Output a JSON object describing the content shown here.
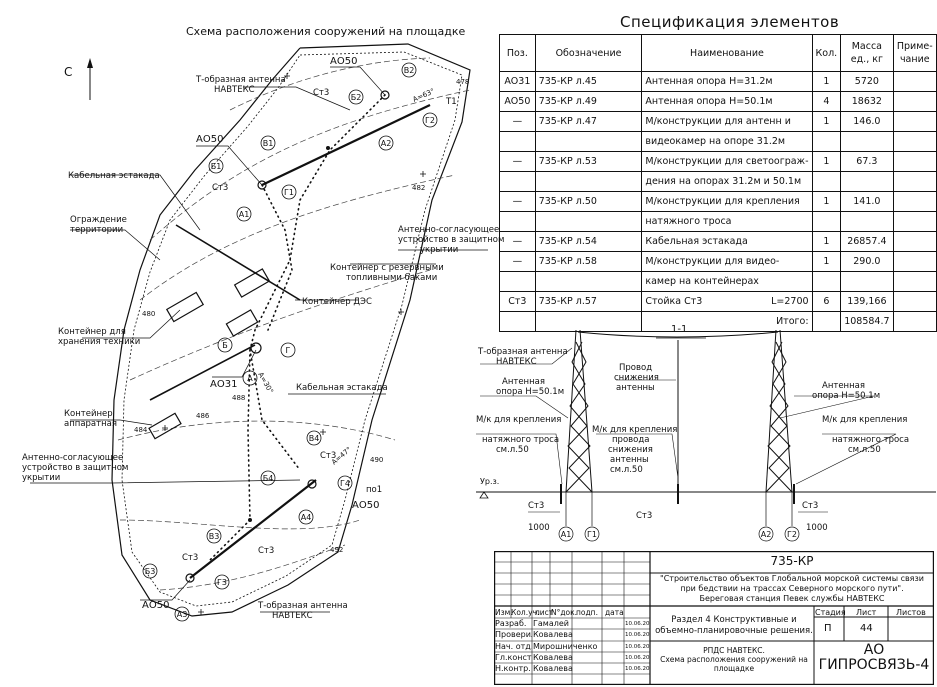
{
  "site_plan": {
    "title": "Схема расположения сооружений на площадке",
    "north": "С",
    "labels": {
      "t_antenna_top": "Т-образная антенна НАВТЕКС",
      "t_antenna_top_l1": "Т-образная антенна",
      "t_antenna_top_l2": "НАВТЕКС",
      "ao50_top": "АО50",
      "ao50_mid": "АО50",
      "ao50_right": "АО50",
      "ao50_bottom": "АО50",
      "ao31": "АО31",
      "cable_rack_1": "Кабельная эстакада",
      "cable_rack_2": "Кабельная эстакада",
      "fence_l1": "Ограждение",
      "fence_l2": "территории",
      "container_fuel_l1": "Контейнер с резервными",
      "container_fuel_l2": "топливными баками",
      "container_des": "Контейнер ДЭС",
      "container_tech_l1": "Контейнер для",
      "container_tech_l2": "хранения техники",
      "container_hw_l1": "Контейнер",
      "container_hw_l2": "аппаратная",
      "matching_right_l1": "Антенно-согласующее",
      "matching_right_l2": "устройство в защитном",
      "matching_right_l3": "укрытии",
      "matching_left_l1": "Антенно-согласующее",
      "matching_left_l2": "устройство в защитном",
      "matching_left_l3": "укрытии",
      "t_antenna_bottom_l1": "Т-образная антенна",
      "t_antenna_bottom_l2": "НАВТЕКС",
      "st3": "Ст3",
      "po1": "по1",
      "azimuth_1": "А=63°",
      "azimuth_2": "А=30°",
      "azimuth_3": "А=47°",
      "t1": "Т1",
      "contour_482": "482",
      "contour_478": "478",
      "contour_480": "480",
      "contour_484": "484",
      "contour_486": "486",
      "contour_488": "488",
      "contour_490": "490",
      "contour_492": "492"
    },
    "circles": [
      "В2",
      "Б2",
      "А2",
      "Г2",
      "В1",
      "Б1",
      "А1",
      "Г1",
      "А",
      "Б",
      "Г",
      "В4",
      "Б4",
      "А4",
      "Г4",
      "В3",
      "Б3",
      "А3",
      "Г3"
    ]
  },
  "spec": {
    "title": "Спецификация элементов",
    "headers": {
      "pos": "Поз.",
      "designation": "Обозначение",
      "name": "Наименование",
      "qty": "Кол.",
      "mass_l1": "Масса",
      "mass_l2": "ед., кг",
      "note_l1": "Приме-",
      "note_l2": "чание"
    },
    "rows": [
      {
        "pos": "АО31",
        "des": "735-КР л.45",
        "name": "Антенная опора Н=31.2м",
        "qty": "1",
        "mass": "5720"
      },
      {
        "pos": "АО50",
        "des": "735-КР л.49",
        "name": "Антенная опора Н=50.1м",
        "qty": "4",
        "mass": "18632"
      },
      {
        "pos": "—",
        "des": "735-КР л.47",
        "name": "М/конструкции для антенн и",
        "qty": "1",
        "mass": "146.0"
      },
      {
        "pos": "",
        "des": "",
        "name": "видеокамер на опоре 31.2м",
        "qty": "",
        "mass": ""
      },
      {
        "pos": "—",
        "des": "735-КР л.53",
        "name": "М/конструкции для светоограж-",
        "qty": "1",
        "mass": "67.3"
      },
      {
        "pos": "",
        "des": "",
        "name": "дения на опорах 31.2м и 50.1м",
        "qty": "",
        "mass": ""
      },
      {
        "pos": "—",
        "des": "735-КР л.50",
        "name": "М/конструкции для крепления",
        "qty": "1",
        "mass": "141.0"
      },
      {
        "pos": "",
        "des": "",
        "name": "натяжного троса",
        "qty": "",
        "mass": ""
      },
      {
        "pos": "—",
        "des": "735-КР л.54",
        "name": "Кабельная эстакада",
        "qty": "1",
        "mass": "26857.4"
      },
      {
        "pos": "—",
        "des": "735-КР л.58",
        "name": "М/конструкции для видео-",
        "qty": "1",
        "mass": "290.0"
      },
      {
        "pos": "",
        "des": "",
        "name": "камер на контейнерах",
        "qty": "",
        "mass": ""
      },
      {
        "pos": "Ст3",
        "des": "735-КР л.57",
        "name": "Стойка Ст3",
        "length": "L=2700",
        "qty": "6",
        "mass": "139,166"
      }
    ],
    "total_label": "Итого:",
    "total_value": "108584.7"
  },
  "section": {
    "title": "1-1",
    "t_antenna_l1": "Т-образная антенна",
    "t_antenna_l2": "НАВТЕКС",
    "support_left_l1": "Антенная",
    "support_left_l2": "опора Н=50.1м",
    "wire_l1": "Провод",
    "wire_l2": "снижения",
    "wire_l3": "антенны",
    "support_right_l1": "Антенная",
    "support_right_l2": "опора Н=50.1м",
    "mk_left_l1": "М/к для крепления",
    "mk_left_l2": "натяжного троса",
    "mk_left_l3": "см.л.50",
    "mk_mid_l1": "М/к для крепления",
    "mk_mid_l2": "провода",
    "mk_mid_l3": "снижения",
    "mk_mid_l4": "антенны",
    "mk_mid_l5": "см.л.50",
    "mk_right_l1": "М/к для крепления",
    "mk_right_l2": "натяжного троса",
    "mk_right_l3": "см.л.50",
    "ground": "Ур.з.",
    "st3_left": "Ст3",
    "st3_mid": "Ст3",
    "st3_right": "Ст3",
    "dim_left": "1000",
    "dim_right": "1000",
    "axes": [
      "А1",
      "Г1",
      "А2",
      "Г2"
    ]
  },
  "stamp": {
    "code": "735-КР",
    "project_l1": "\"Строительство объектов Глобальной морской системы связи",
    "project_l2": "при бедствии на трассах Северного морского пути\".",
    "project_l3": "Береговая станция Певек службы НАВТЕКС",
    "section_l1": "Раздел 4  Конструктивные и",
    "section_l2": "объемно-планировочные решения.",
    "sheet_l1": "РПДС НАВТЕКС.",
    "sheet_l2": "Схема расположения сооружений на",
    "sheet_l3": "площадке",
    "stage_h": "Стадия",
    "list_h": "Лист",
    "lists_h": "Листов",
    "stage": "П",
    "list": "44",
    "org_l1": "АО",
    "org_l2": "ГИПРОСВЯЗЬ-4",
    "head_cols": [
      "Изм.",
      "Кол.уч.",
      "лист",
      "N°док.",
      "подп.",
      "дата"
    ],
    "people": [
      {
        "role": "Разраб.",
        "name": "Гамалей",
        "date": "10.06.20"
      },
      {
        "role": "Проверил",
        "name": "Ковалева",
        "date": "10.06.20"
      },
      {
        "role": "Нач. отд.",
        "name": "Мирошниченко",
        "date": "10.06.20"
      },
      {
        "role": "Гл.конст.",
        "name": "Ковалева",
        "date": "10.06.20"
      },
      {
        "role": "Н.контр.",
        "name": "Ковалева",
        "date": "10.06.20"
      }
    ]
  }
}
